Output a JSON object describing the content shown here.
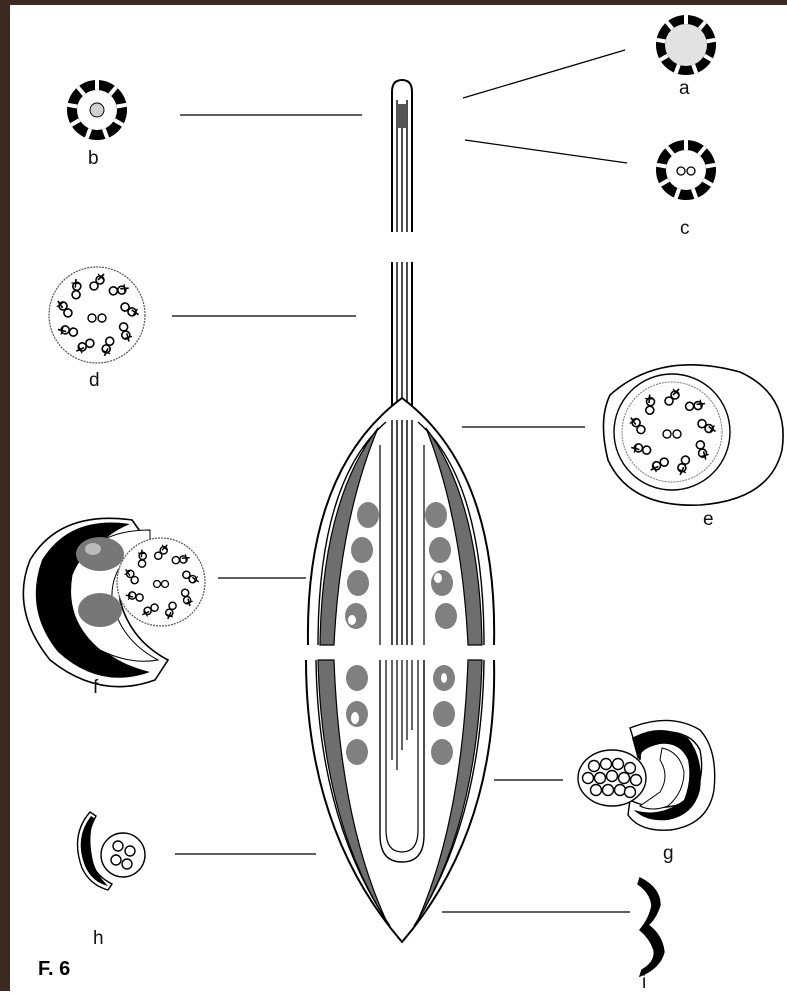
{
  "figure": {
    "caption": "F. 6"
  },
  "labels": {
    "a": "a",
    "b": "b",
    "c": "c",
    "d": "d",
    "e": "e",
    "f": "f",
    "g": "g",
    "h": "h",
    "i": "i"
  },
  "colors": {
    "frame": "#3a2a20",
    "ink": "#000000",
    "grey": "#8a8a8a",
    "light_grey": "#d0d0d0"
  }
}
